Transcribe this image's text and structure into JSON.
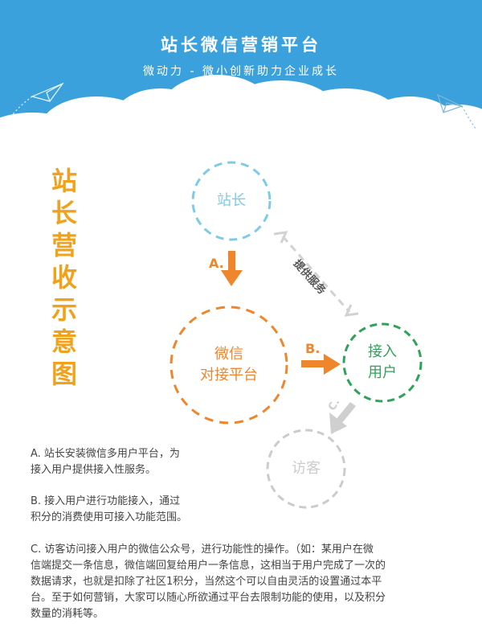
{
  "header": {
    "title": "站长微信营销平台",
    "subtitle": "微动力 - 微小创新助力企业成长"
  },
  "side_title": [
    "站",
    "长",
    "营",
    "收",
    "示",
    "意",
    "图"
  ],
  "nodes": {
    "webmaster": "站长",
    "platform_line1": "微信",
    "platform_line2": "对接平台",
    "user_line1": "接入",
    "user_line2": "用户",
    "visitor": "访客"
  },
  "arrows": {
    "a": "A.",
    "b": "B.",
    "c": "C.",
    "service": "提供服务"
  },
  "descriptions": {
    "a": [
      "A. 站长安装微信多用户平台，为",
      "接入用户提供接入性服务。"
    ],
    "b": [
      "B. 接入用户进行功能接入，通过",
      "积分的消费使用可接入功能范围。"
    ],
    "c": [
      "C. 访客访问接入用户的微信公众号，进行功能性的操作。（如：某用户在微",
      "信端提交一条信息，微信端回复给用户一条信息，这相当于用户完成了一次的",
      "数据请求，也就是扣除了社区1积分，当然这个可以自由灵活的设置通过本平",
      "台。至于如何营销，大家可以随心所欲通过平台去限制功能的使用，以及积分",
      "数量的消耗等。"
    ]
  },
  "colors": {
    "sky": "#3aa1dc",
    "orange": "#f0862c",
    "title_orange": "#f0a21c",
    "blue_dash": "#7ecbe8",
    "green": "#2fa35a",
    "gray": "#cccccc"
  },
  "icons": [
    "paper-plane-icon-left",
    "paper-plane-icon-right"
  ]
}
